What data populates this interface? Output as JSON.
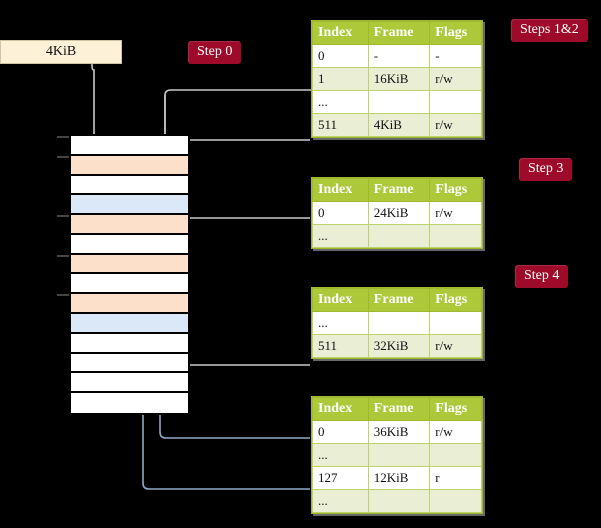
{
  "virtual_address": {
    "label": "4KiB"
  },
  "steps": [
    {
      "name": "step-0",
      "label": "Step 0"
    },
    {
      "name": "steps-1-2",
      "label": "Steps 1&2"
    },
    {
      "name": "step-3",
      "label": "Step 3"
    },
    {
      "name": "step-4",
      "label": "Step 4"
    }
  ],
  "columns": {
    "index": "Index",
    "frame": "Frame",
    "flags": "Flags"
  },
  "tables": [
    {
      "name": "page-table-level-0",
      "rows": [
        {
          "index": "0",
          "frame": "-",
          "flags": "-",
          "alt": false,
          "highlight": false
        },
        {
          "index": "1",
          "frame": "16KiB",
          "flags": "r/w",
          "alt": true,
          "highlight": false
        },
        {
          "index": "...",
          "frame": "",
          "flags": "",
          "alt": false,
          "highlight": false
        },
        {
          "index": "511",
          "frame": "4KiB",
          "flags": "r/w",
          "alt": true,
          "highlight": true
        }
      ]
    },
    {
      "name": "page-table-level-1",
      "rows": [
        {
          "index": "0",
          "frame": "24KiB",
          "flags": "r/w",
          "alt": false,
          "highlight": false
        },
        {
          "index": "...",
          "frame": "",
          "flags": "",
          "alt": true,
          "highlight": false
        }
      ]
    },
    {
      "name": "page-table-level-2",
      "rows": [
        {
          "index": "...",
          "frame": "",
          "flags": "",
          "alt": false,
          "highlight": false
        },
        {
          "index": "511",
          "frame": "32KiB",
          "flags": "r/w",
          "alt": true,
          "highlight": false
        }
      ]
    },
    {
      "name": "page-table-level-3",
      "rows": [
        {
          "index": "0",
          "frame": "36KiB",
          "flags": "r/w",
          "alt": false,
          "highlight": false
        },
        {
          "index": "...",
          "frame": "",
          "flags": "",
          "alt": true,
          "highlight": false
        },
        {
          "index": "127",
          "frame": "12KiB",
          "flags": "r",
          "alt": false,
          "highlight": false
        },
        {
          "index": "...",
          "frame": "",
          "flags": "",
          "alt": true,
          "highlight": false
        }
      ]
    }
  ],
  "memory_rows": [
    {
      "fill": "white",
      "tick": true
    },
    {
      "fill": "orange",
      "tick": true
    },
    {
      "fill": "white",
      "tick": false
    },
    {
      "fill": "blue",
      "tick": false
    },
    {
      "fill": "orange",
      "tick": true
    },
    {
      "fill": "white",
      "tick": false
    },
    {
      "fill": "orange",
      "tick": true
    },
    {
      "fill": "white",
      "tick": false
    },
    {
      "fill": "orange",
      "tick": true
    },
    {
      "fill": "blue",
      "tick": false
    },
    {
      "fill": "white",
      "tick": false
    },
    {
      "fill": "white",
      "tick": false
    },
    {
      "fill": "white",
      "tick": false
    },
    {
      "fill": "white",
      "tick": false
    }
  ],
  "colors": {
    "badge_bg": "#9e0b2a",
    "badge_text": "#ffffff",
    "table_header": "#adc839",
    "table_alt_row": "#e9eed4",
    "highlight": "#fbf8a8",
    "vbox_bg": "#fdf2d8",
    "memory_orange": "#fce0ca",
    "memory_blue": "#dbe8f7",
    "gray_arrow": "#b9b9b9",
    "blue_arrow": "#6f8fb5",
    "background": "#000000"
  }
}
